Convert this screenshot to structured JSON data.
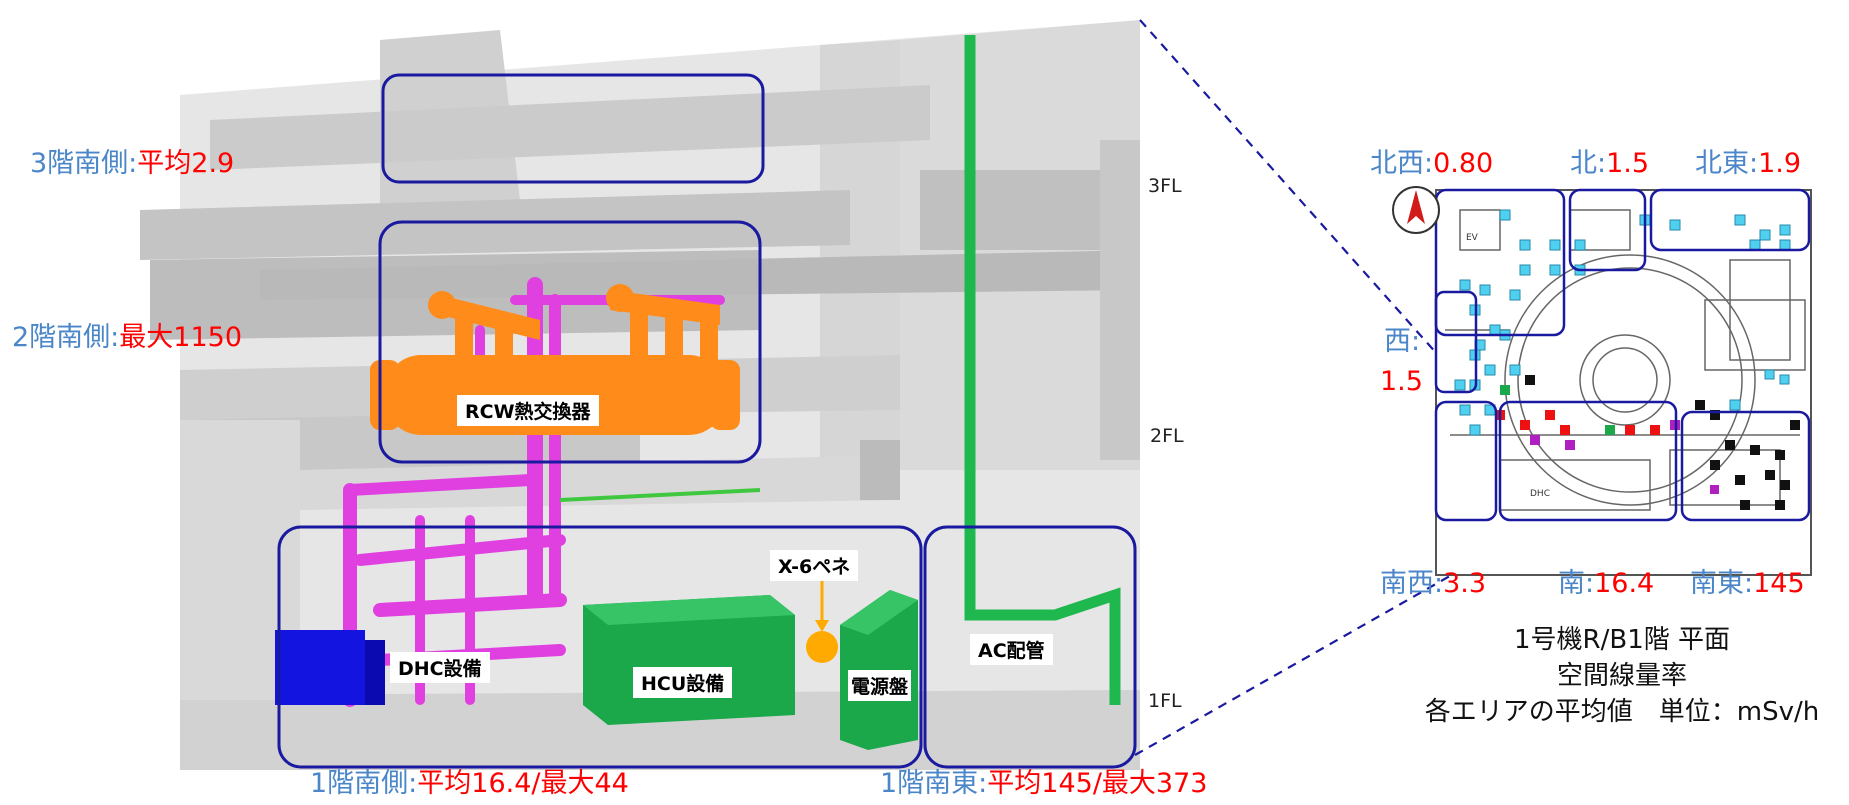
{
  "floor_labels": {
    "f3": "3FL",
    "f2": "2FL",
    "f1": "1FL"
  },
  "equipment": {
    "rcw": "RCW熱交換器",
    "dhc": "DHC設備",
    "hcu": "HCU設備",
    "power": "電源盤",
    "ac": "AC配管",
    "x6": "X-6ペネ"
  },
  "side_areas": [
    {
      "id": "f3-south",
      "name": "3階南側:",
      "value": "平均2.9"
    },
    {
      "id": "f2-south",
      "name": "2階南側:",
      "value": "最大1150"
    },
    {
      "id": "f1-south",
      "name": "1階南側:",
      "value": "平均16.4/最大44"
    },
    {
      "id": "f1-southeast",
      "name": "1階南東:",
      "value": "平均145/最大373"
    }
  ],
  "plan_areas": [
    {
      "id": "northwest",
      "name": "北西:",
      "value": "0.80"
    },
    {
      "id": "north",
      "name": "北:",
      "value": "1.5"
    },
    {
      "id": "northeast",
      "name": "北東:",
      "value": "1.9"
    },
    {
      "id": "west",
      "name": "西:",
      "value": "1.5"
    },
    {
      "id": "southwest",
      "name": "南西:",
      "value": "3.3"
    },
    {
      "id": "south",
      "name": "南:",
      "value": "16.4"
    },
    {
      "id": "southeast",
      "name": "南東:",
      "value": "145"
    }
  ],
  "plan_inner": {
    "ev": "EV",
    "dhc": "DHC",
    "compass": "N"
  },
  "caption": {
    "line1": "1号機R/B1階 平面",
    "line2": "空間線量率",
    "line3": "各エリアの平均値　単位：mSv/h"
  },
  "colors": {
    "accent_blue": "#4a86c8",
    "value_red": "#ff0000",
    "frame_navy": "#1a1aa0",
    "rcw_orange": "#ff8c1a",
    "pipe_magenta": "#e040e0",
    "equipment_green": "#1aaa4a",
    "marker_cyan": "#4fd0f0"
  }
}
